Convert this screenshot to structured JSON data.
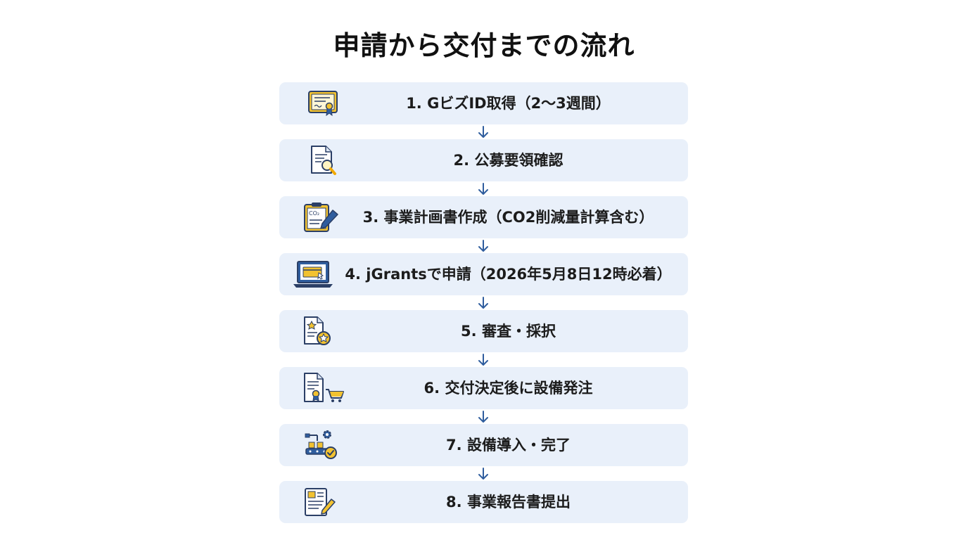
{
  "title": "申請から交付までの流れ",
  "colors": {
    "step_background": "#e9f0fa",
    "arrow": "#2f5d9e",
    "icon_navy": "#2b3f66",
    "icon_yellow": "#f2c230"
  },
  "steps": [
    {
      "label": "1. GビズID取得（2〜3週間）",
      "icon": "certificate-icon"
    },
    {
      "label": "2. 公募要領確認",
      "icon": "document-search-icon"
    },
    {
      "label": "3. 事業計画書作成（CO2削減量計算含む）",
      "icon": "clipboard-co2-icon",
      "icon_text": "CO₂"
    },
    {
      "label": "4. jGrantsで申請（2026年5月8日12時必着）",
      "icon": "laptop-icon"
    },
    {
      "label": "5. 審査・採択",
      "icon": "document-star-icon"
    },
    {
      "label": "6. 交付決定後に設備発注",
      "icon": "document-cart-icon"
    },
    {
      "label": "7. 設備導入・完了",
      "icon": "factory-gear-check-icon"
    },
    {
      "label": "8. 事業報告書提出",
      "icon": "report-pencil-icon"
    }
  ]
}
